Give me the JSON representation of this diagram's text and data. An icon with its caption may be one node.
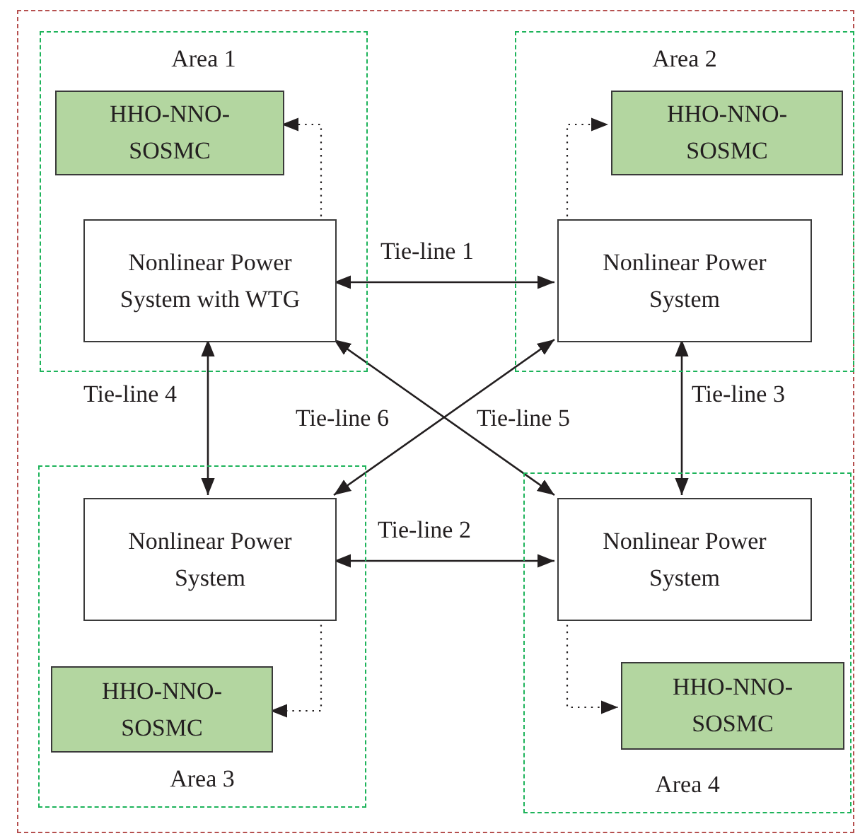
{
  "diagram": {
    "nodes": [
      {
        "text": [],
        "shape": "box"
      },
      {
        "text": [
          "Area 1"
        ],
        "in": 0
      },
      {
        "text": [
          "HHO-NNO-SOSMC"
        ],
        "in": 1
      },
      {
        "text": [
          "Nonlinear Power System with WTG"
        ],
        "in": 1
      },
      {
        "text": [
          "Area 2"
        ],
        "in": 0
      },
      {
        "text": [
          "HHO-NNO-SOSMC"
        ],
        "in": 4
      },
      {
        "text": [
          "Nonlinear Power System"
        ],
        "in": 4
      },
      {
        "text": [
          "Area 3"
        ],
        "in": 0
      },
      {
        "text": [
          "Nonlinear Power System"
        ],
        "in": 7
      },
      {
        "text": [
          "HHO-NNO-SOSMC"
        ],
        "in": 7
      },
      {
        "text": [
          "Area 4"
        ],
        "in": 0
      },
      {
        "text": [
          "Nonlinear Power System"
        ],
        "in": 10
      },
      {
        "text": [
          "HHO-NNO-SOSMC"
        ],
        "in": 10
      }
    ],
    "edges": [
      {
        "from": 3,
        "to": 6,
        "arrow": "both",
        "label": "Tie-line 1"
      },
      {
        "from": 8,
        "to": 11,
        "arrow": "both",
        "label": "Tie-line 2"
      },
      {
        "from": 6,
        "to": 11,
        "arrow": "both",
        "label": "Tie-line 3"
      },
      {
        "from": 3,
        "to": 8,
        "arrow": "both",
        "label": "Tie-line 4"
      },
      {
        "from": 3,
        "to": 11,
        "arrow": "both",
        "label": "Tie-line 5"
      },
      {
        "from": 6,
        "to": 8,
        "arrow": "both",
        "label": "Tie-line 6"
      },
      {
        "from": 3,
        "to": 2,
        "arrow": "to",
        "style": "dashed"
      },
      {
        "from": 6,
        "to": 5,
        "arrow": "to",
        "style": "dashed"
      },
      {
        "from": 8,
        "to": 9,
        "arrow": "to",
        "style": "dashed"
      },
      {
        "from": 11,
        "to": 12,
        "arrow": "to",
        "style": "dashed"
      }
    ]
  }
}
